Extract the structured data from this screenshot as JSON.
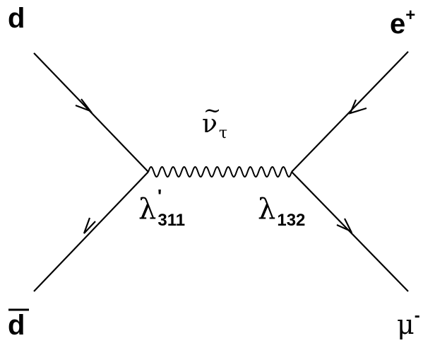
{
  "particles": {
    "incoming_quark": "d",
    "incoming_antiquark": "d",
    "outgoing_positron": "e",
    "outgoing_positron_charge": "+",
    "outgoing_muon": "μ",
    "outgoing_muon_charge": "-"
  },
  "propagator": {
    "symbol": "ν",
    "tilde": "~",
    "subscript": "τ"
  },
  "couplings": {
    "left": {
      "symbol": "λ",
      "prime": "'",
      "index": "311"
    },
    "right": {
      "symbol": "λ",
      "index": "132"
    }
  },
  "colors": {
    "line": "#000000",
    "background": "#ffffff"
  }
}
